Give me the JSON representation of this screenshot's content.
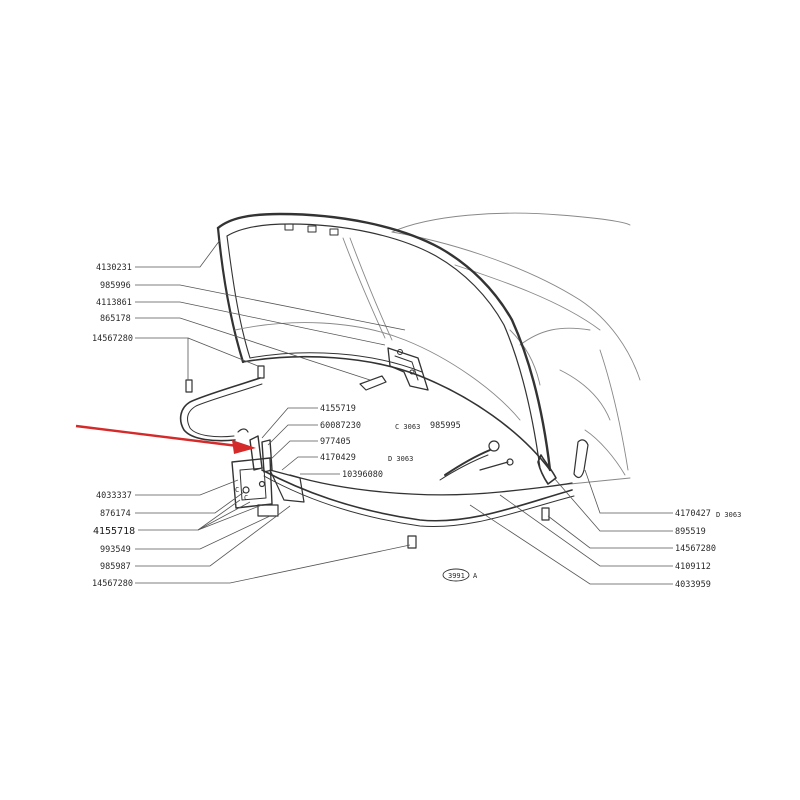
{
  "labels": {
    "l4130231": "4130231",
    "l985996": "985996",
    "l4113861": "4113861",
    "l865178": "865178",
    "l14567280a": "14567280",
    "l4155719": "4155719",
    "l60087230": "60087230",
    "l977405": "977405",
    "l4170429": "4170429",
    "l10396080": "10396080",
    "l4033337": "4033337",
    "l876174": "876174",
    "l4155718": "4155718",
    "l993549": "993549",
    "l985987": "985987",
    "l14567280b": "14567280",
    "l985995": "985995",
    "l4170427": "4170427",
    "l895519": "895519",
    "l14567280c": "14567280",
    "l4109112": "4109112",
    "l4033959": "4033959",
    "c3063": "C  3063",
    "d3063a": "D  3063",
    "d3063b": "D  3063",
    "stamp": "3991",
    "stampA": "A",
    "cMark1": "C",
    "cMark2": "C"
  },
  "colors": {
    "arrow": "#d42a2a",
    "ink": "#333333"
  }
}
